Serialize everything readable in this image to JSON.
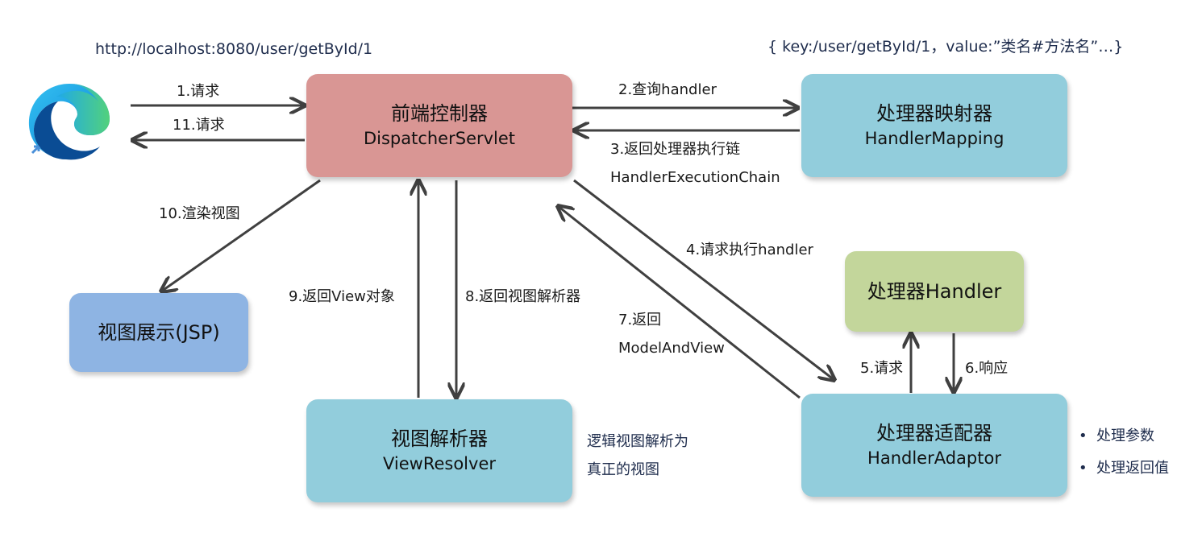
{
  "url_text": "http://localhost:8080/user/getById/1",
  "map_note": "{ key:/user/getById/1，value:”类名#方法名”…}",
  "nodes": {
    "dispatcher": {
      "cn": "前端控制器",
      "en": "DispatcherServlet"
    },
    "mapping": {
      "cn": "处理器映射器",
      "en": "HandlerMapping"
    },
    "view_display": {
      "cn": "视图展示(JSP)"
    },
    "handler": {
      "cn": "处理器Handler"
    },
    "resolver": {
      "cn": "视图解析器",
      "en": "ViewResolver"
    },
    "adaptor": {
      "cn": "处理器适配器",
      "en": "HandlerAdaptor"
    }
  },
  "edges": {
    "e1": "1.请求",
    "e11": "11.请求",
    "e2": "2.查询handler",
    "e3_line1": "3.返回处理器执行链",
    "e3_line2": "HandlerExecutionChain",
    "e4": "4.请求执行handler",
    "e5": "5.请求",
    "e6": "6.响应",
    "e7_line1": "7.返回",
    "e7_line2": "ModelAndView",
    "e8": "8.返回视图解析器",
    "e9": "9.返回View对象",
    "e10": "10.渲染视图"
  },
  "resolver_note": {
    "line1": "逻辑视图解析为",
    "line2": "真正的视图"
  },
  "adaptor_bullets": [
    "处理参数",
    "处理返回值"
  ],
  "colors": {
    "dispatcher": "#d99694",
    "blue_box": "#92cddc",
    "view_box": "#8eb4e3",
    "handler_box": "#c3d69b",
    "arrow": "#404040"
  },
  "icons": {
    "browser": "edge-browser-icon"
  }
}
